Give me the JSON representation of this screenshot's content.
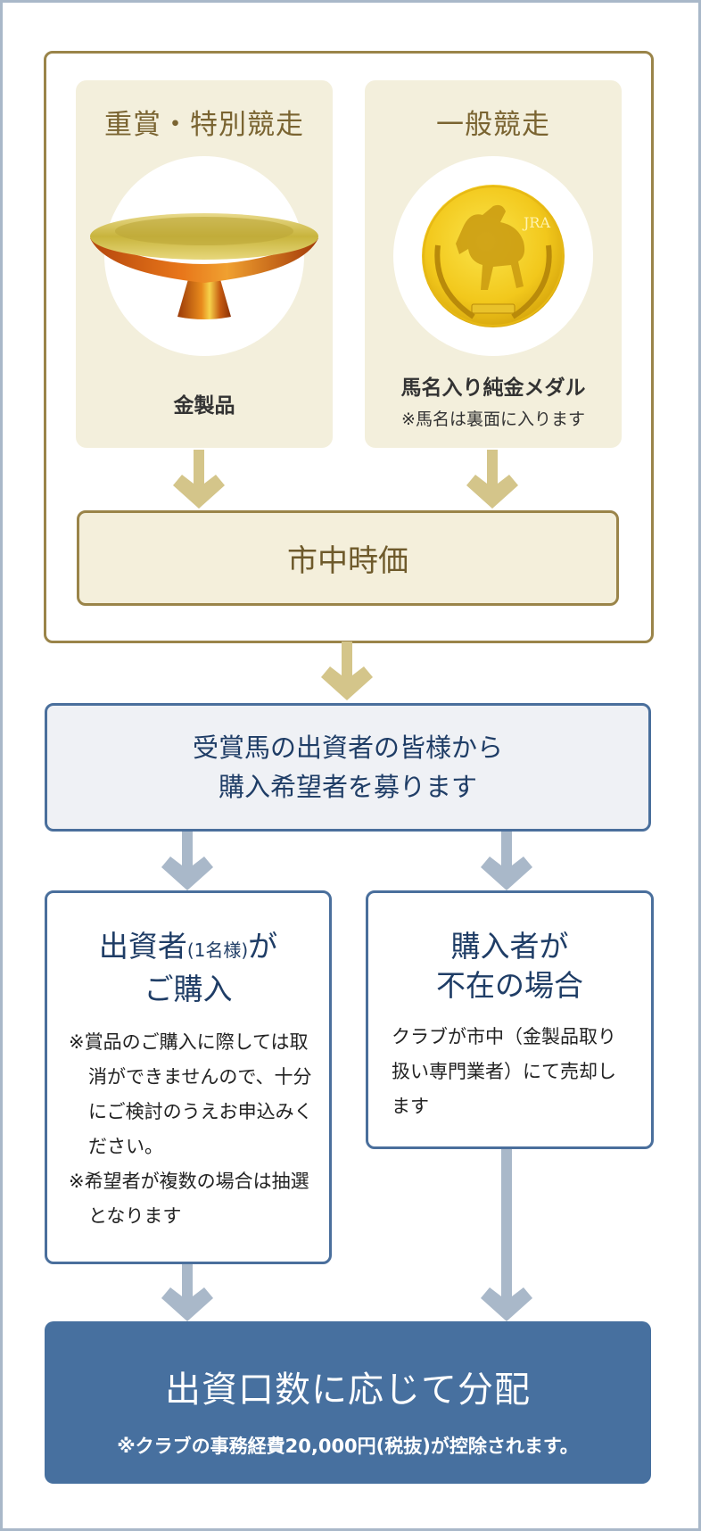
{
  "colors": {
    "gold_border": "#9a8449",
    "gold_arrow": "#d4c58a",
    "cream": "#f3efdc",
    "blue_border": "#4a6f9c",
    "blue_arrow": "#a9b8c9",
    "blue_fill": "#47709f",
    "navy_text": "#1f3d66"
  },
  "prize_cards": [
    {
      "title": "重賞・特別競走",
      "image": "gold-cup-icon",
      "caption": "金製品",
      "note": ""
    },
    {
      "title": "一般競走",
      "image": "jra-gold-medal-icon",
      "caption": "馬名入り純金メダル",
      "note": "※馬名は裏面に入ります"
    }
  ],
  "market_price": "市中時価",
  "solicit": {
    "line1": "受賞馬の出資者の皆様から",
    "line2": "購入希望者を募ります"
  },
  "buyer_case": {
    "title_main": "出資者",
    "title_small": "(1名様)",
    "title_tail": "が",
    "title_line2": "ご購入",
    "notes": [
      "※賞品のご購入に際しては取消ができませんので、十分にご検討のうえお申込みください。",
      "※希望者が複数の場合は抽選となります"
    ]
  },
  "no_buyer_case": {
    "title_line1": "購入者が",
    "title_line2": "不在の場合",
    "body": "クラブが市中（金製品取り扱い専門業者）にて売却します"
  },
  "distribution": {
    "title": "出資口数に応じて分配",
    "note": "※クラブの事務経費20,000円(税抜)が控除されます。"
  },
  "medal_text": "JRA"
}
